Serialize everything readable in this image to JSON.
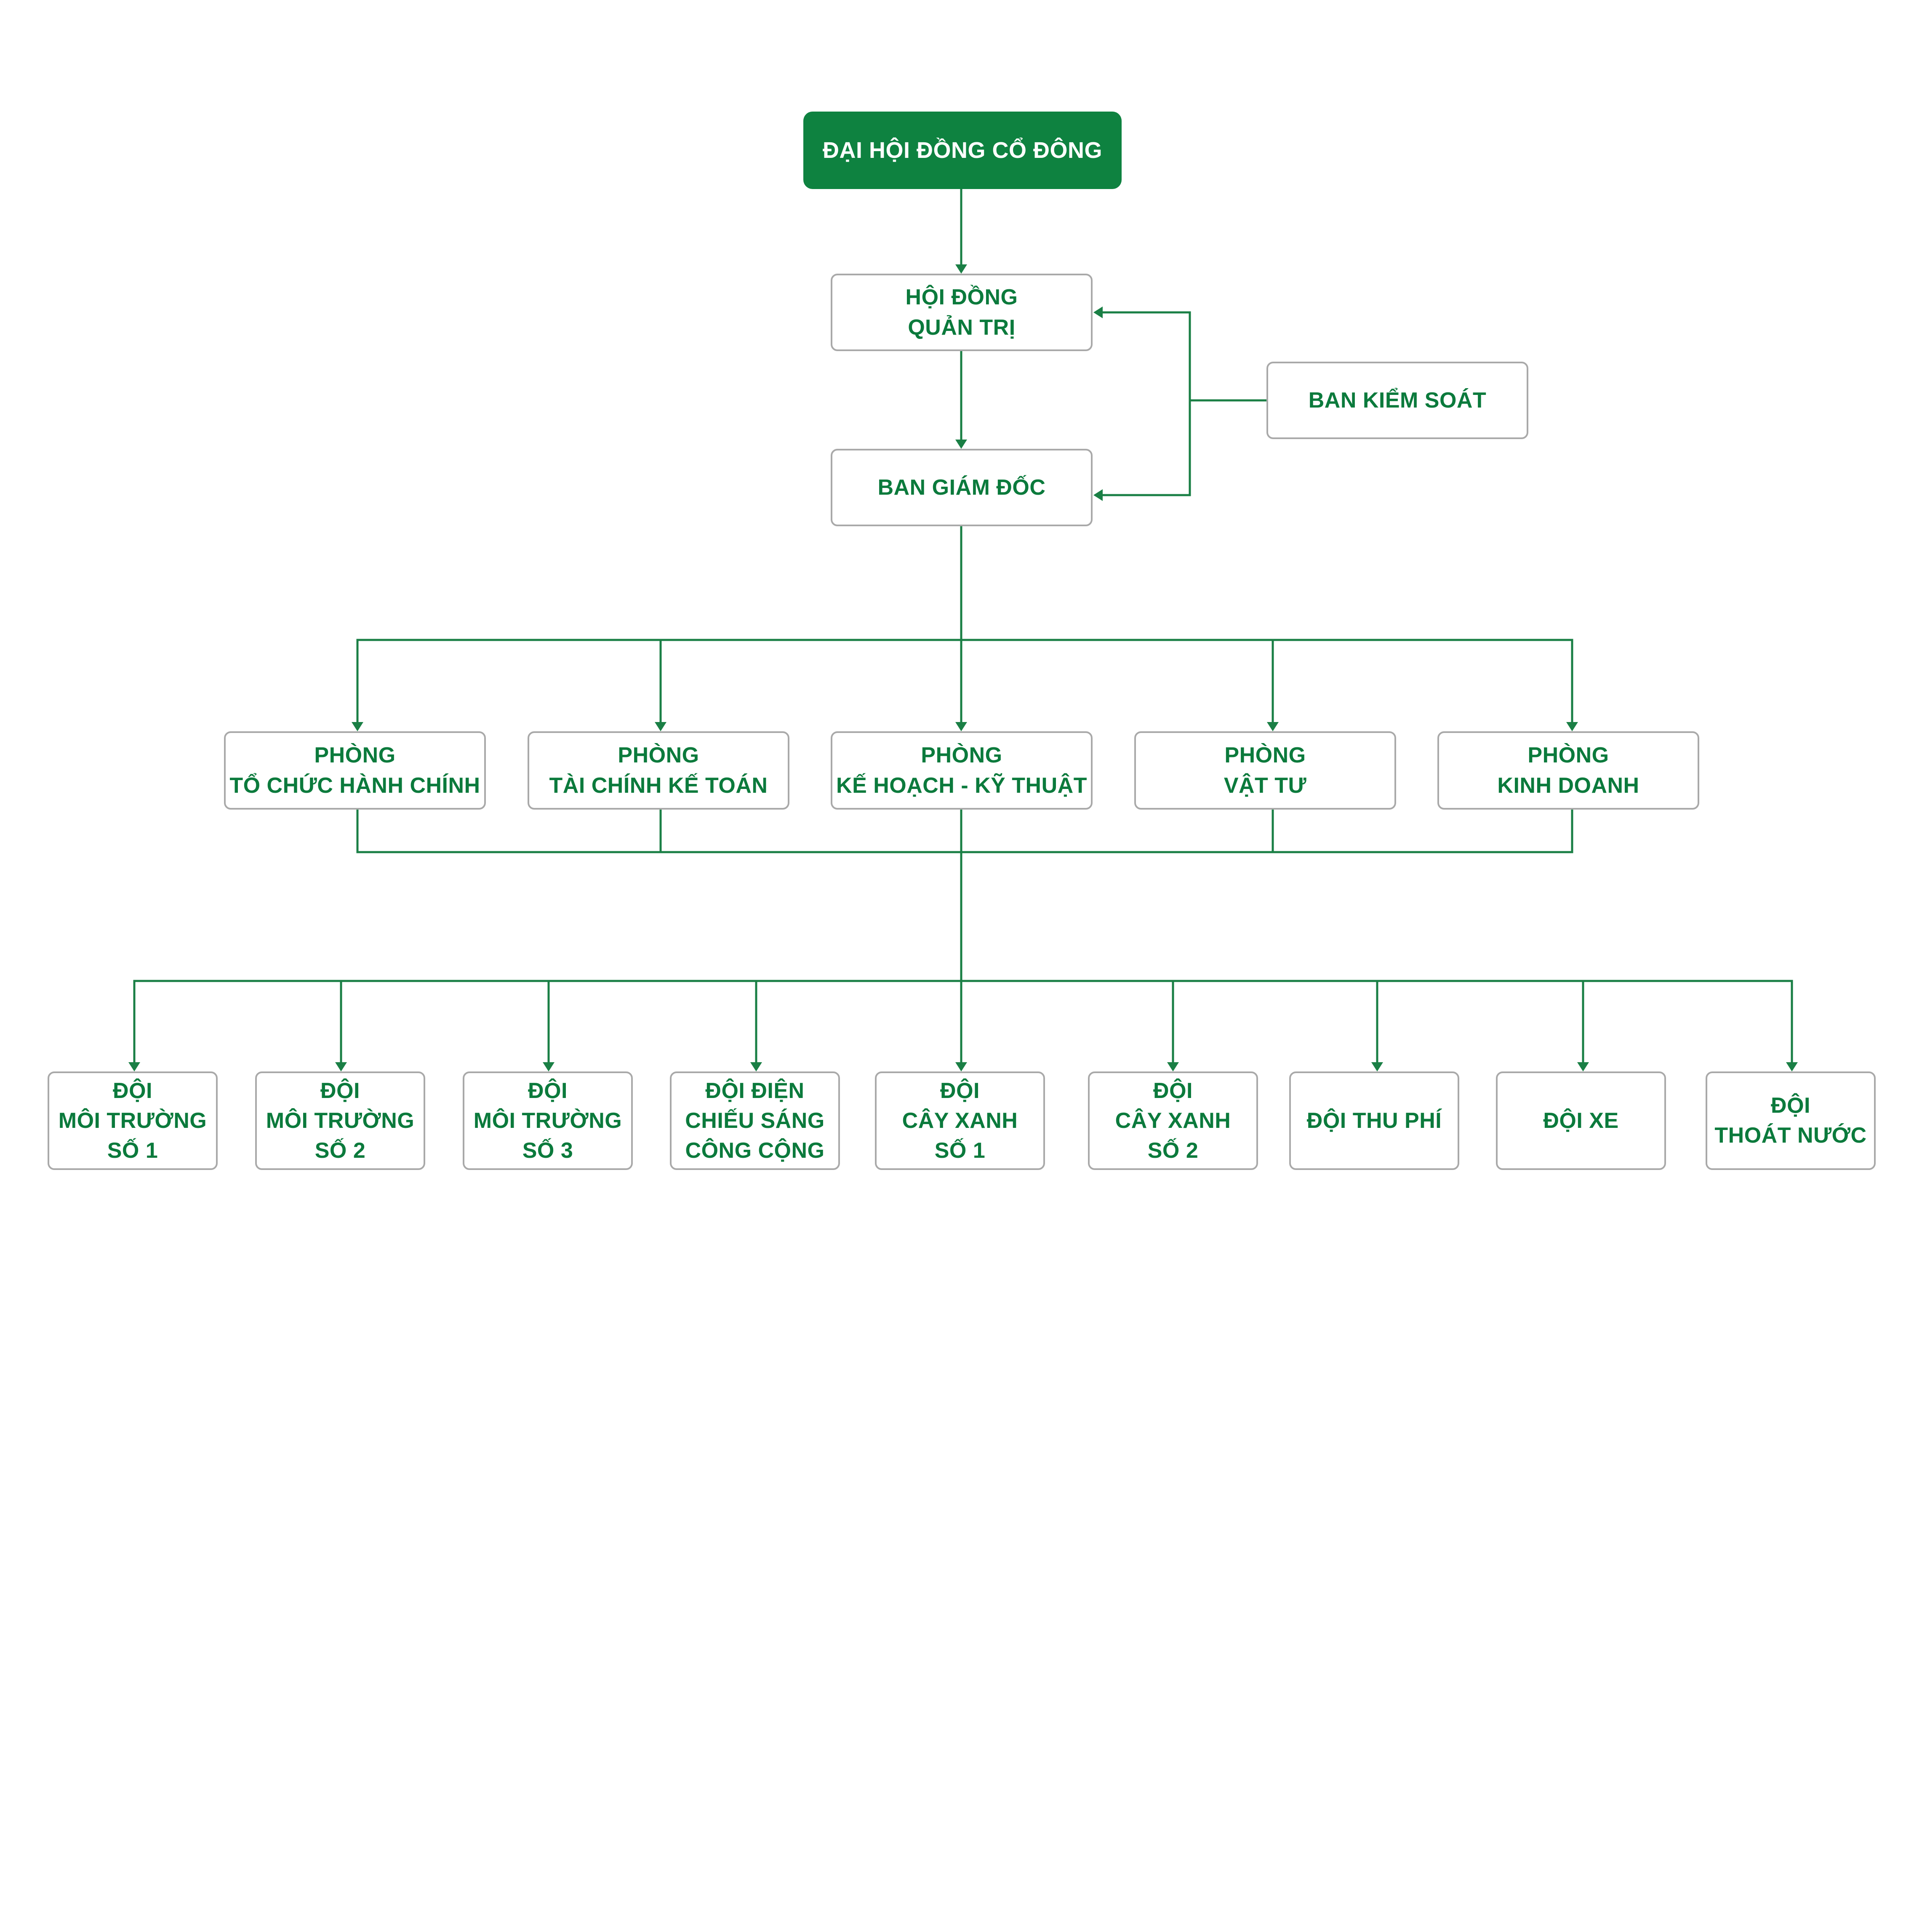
{
  "colors": {
    "brand_green": "#0e8240",
    "text_green": "#0b7a3c",
    "line_green": "#1a7f45",
    "box_border": "#a9a9a9"
  },
  "org": {
    "root": {
      "lines": [
        "ĐẠI HỘI ĐỒNG CỔ ĐÔNG"
      ]
    },
    "board": {
      "lines": [
        "HỘI ĐỒNG",
        "QUẢN TRỊ"
      ]
    },
    "supervisory": {
      "lines": [
        "BAN KIỂM SOÁT"
      ]
    },
    "directors": {
      "lines": [
        "BAN GIÁM ĐỐC"
      ]
    },
    "departments": [
      {
        "lines": [
          "PHÒNG",
          "TỔ CHỨC HÀNH CHÍNH"
        ]
      },
      {
        "lines": [
          "PHÒNG",
          "TÀI CHÍNH KẾ TOÁN"
        ]
      },
      {
        "lines": [
          "PHÒNG",
          "KẾ HOẠCH - KỸ THUẬT"
        ]
      },
      {
        "lines": [
          "PHÒNG",
          "VẬT TƯ"
        ]
      },
      {
        "lines": [
          "PHÒNG",
          "KINH DOANH"
        ]
      }
    ],
    "teams": [
      {
        "lines": [
          "ĐỘI",
          "MÔI TRƯỜNG",
          "SỐ 1"
        ]
      },
      {
        "lines": [
          "ĐỘI",
          "MÔI TRƯỜNG",
          "SỐ 2"
        ]
      },
      {
        "lines": [
          "ĐỘI",
          "MÔI TRƯỜNG",
          "SỐ 3"
        ]
      },
      {
        "lines": [
          "ĐỘI ĐIỆN",
          "CHIẾU SÁNG",
          "CÔNG CỘNG"
        ]
      },
      {
        "lines": [
          "ĐỘI",
          "CÂY XANH",
          "SỐ 1"
        ]
      },
      {
        "lines": [
          "ĐỘI",
          "CÂY XANH",
          "SỐ 2"
        ]
      },
      {
        "lines": [
          "ĐỘI THU PHÍ"
        ]
      },
      {
        "lines": [
          "ĐỘI XE"
        ]
      },
      {
        "lines": [
          "ĐỘI",
          "THOÁT NƯỚC"
        ]
      }
    ]
  }
}
